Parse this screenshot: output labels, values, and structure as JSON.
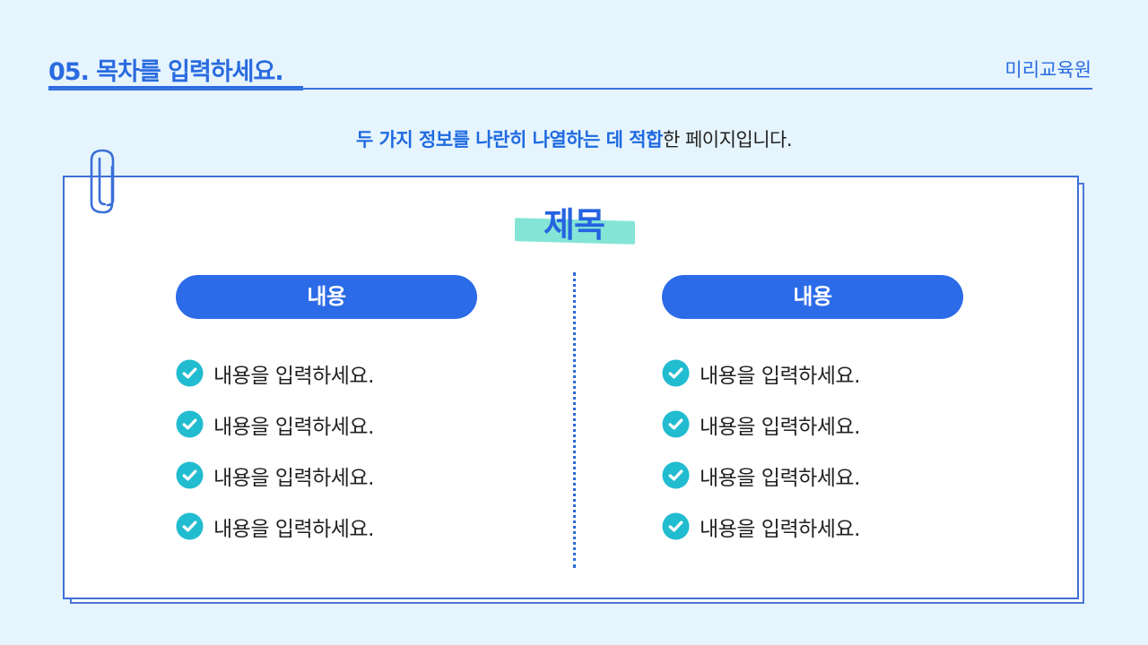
{
  "header": {
    "title": "05. 목차를 입력하세요.",
    "brand": "미리교육원"
  },
  "subtitle": {
    "highlight": "두 가지 정보를 나란히 나열하는 데 적합",
    "rest": "한 페이지입니다."
  },
  "card": {
    "title": "제목",
    "columns": [
      {
        "heading": "내용",
        "items": [
          "내용을 입력하세요.",
          "내용을 입력하세요.",
          "내용을 입력하세요.",
          "내용을 입력하세요."
        ]
      },
      {
        "heading": "내용",
        "items": [
          "내용을 입력하세요.",
          "내용을 입력하세요.",
          "내용을 입력하세요.",
          "내용을 입력하세요."
        ]
      }
    ]
  },
  "icons": {
    "paperclip": "paperclip-icon",
    "check": "check-circle-icon"
  },
  "colors": {
    "background": "#e6f4fd",
    "primary": "#2c6be8",
    "accent_mint": "#6fe0cf",
    "check": "#22bcd0",
    "text": "#222222"
  }
}
